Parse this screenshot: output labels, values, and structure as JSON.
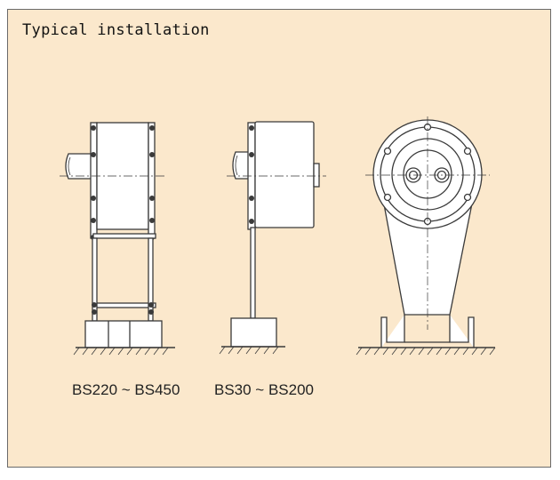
{
  "title": "Typical installation",
  "captions": {
    "left": "BS220 ~ BS450",
    "middle": "BS30 ~ BS200"
  },
  "colors": {
    "panel_bg": "#fbe8cc",
    "line": "#3a3a3a",
    "fill": "#ffffff"
  }
}
